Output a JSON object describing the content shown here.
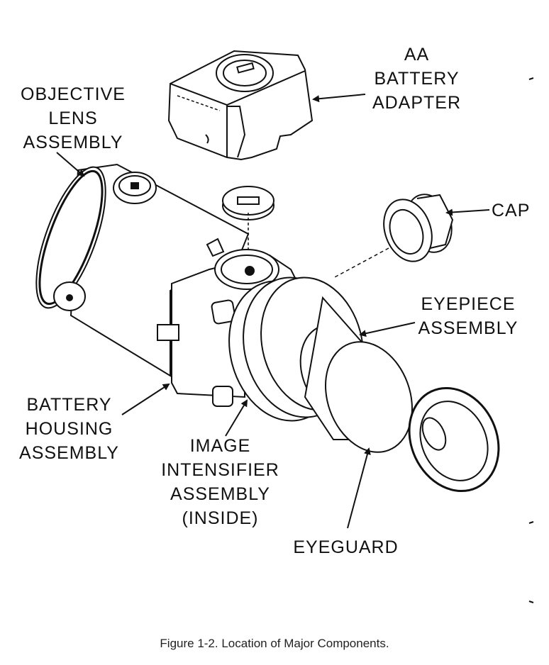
{
  "figure": {
    "labels": {
      "aa_battery_adapter": [
        "AA",
        "BATTERY",
        "ADAPTER"
      ],
      "objective_lens": [
        "OBJECTIVE",
        "LENS",
        "ASSEMBLY"
      ],
      "cap": [
        "CAP"
      ],
      "eyepiece": [
        "EYEPIECE",
        "ASSEMBLY"
      ],
      "battery_housing": [
        "BATTERY",
        "HOUSING",
        "ASSEMBLY"
      ],
      "image_intensifier": [
        "IMAGE",
        "INTENSIFIER",
        "ASSEMBLY",
        "(INSIDE)"
      ],
      "eyeguard": [
        "EYEGUARD"
      ]
    },
    "caption": "Figure 1-2. Location of Major Components."
  }
}
